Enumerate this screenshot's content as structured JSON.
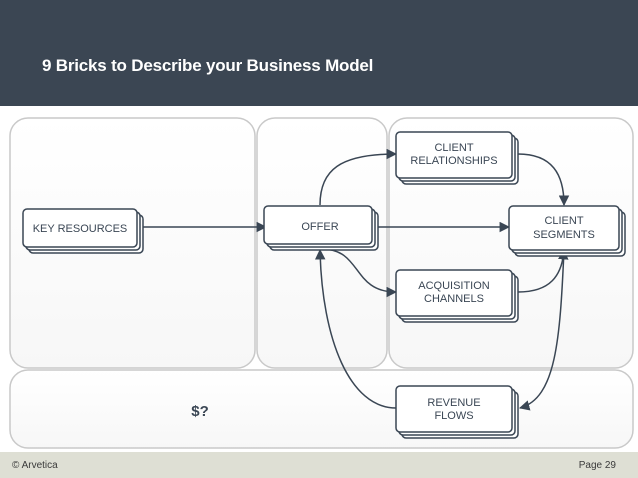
{
  "header": {
    "title": "9 Bricks to Describe your Business Model"
  },
  "diagram": {
    "key_resources": "KEY RESOURCES",
    "offer": "OFFER",
    "client_relationships": [
      "CLIENT",
      "RELATIONSHIPS"
    ],
    "client_segments": [
      "CLIENT",
      "SEGMENTS"
    ],
    "acquisition_channels": [
      "ACQUISITION",
      "CHANNELS"
    ],
    "revenue_flows": [
      "REVENUE",
      "FLOWS"
    ],
    "money": "$?"
  },
  "footer": {
    "copyright": "© Arvetica",
    "page": "Page 29"
  },
  "colors": {
    "header_bg": "#3b4653",
    "footer_bg": "#dedfd4",
    "box_border": "#3a4654",
    "panel_border": "#c9c9c9"
  }
}
